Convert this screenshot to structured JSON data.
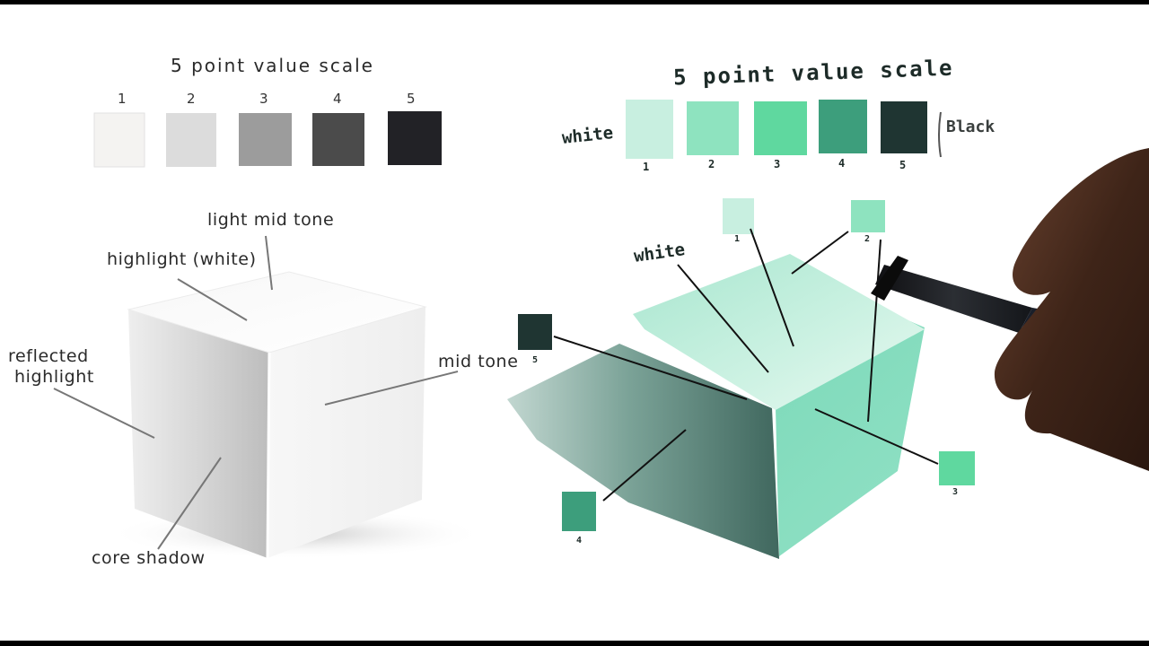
{
  "left_panel": {
    "scale_title": "5 point value scale",
    "swatch_numbers": [
      "1",
      "2",
      "3",
      "4",
      "5"
    ],
    "swatch_colors": [
      "#f4f3f1",
      "#dcdcdc",
      "#9c9c9c",
      "#4b4b4b",
      "#222226"
    ],
    "labels": {
      "light_mid_tone": "light mid tone",
      "highlight": "highlight (white)",
      "reflected_highlight_line1": "reflected",
      "reflected_highlight_line2": "highlight",
      "mid_tone": "mid tone",
      "core_shadow": "core shadow"
    }
  },
  "right_panel": {
    "scale_title": "5 point value scale",
    "white_label": "white",
    "black_label": "Black",
    "swatch_numbers": [
      "1",
      "2",
      "3",
      "4",
      "5"
    ],
    "swatch_colors": [
      "#c8efe0",
      "#8ee3bf",
      "#5fd89f",
      "#3d9e7c",
      "#1f3532"
    ],
    "cube_label_white": "white",
    "cube_swatch_numbers": {
      "s1": "1",
      "s2": "2",
      "s3": "3",
      "s4": "4",
      "s5": "5"
    }
  }
}
